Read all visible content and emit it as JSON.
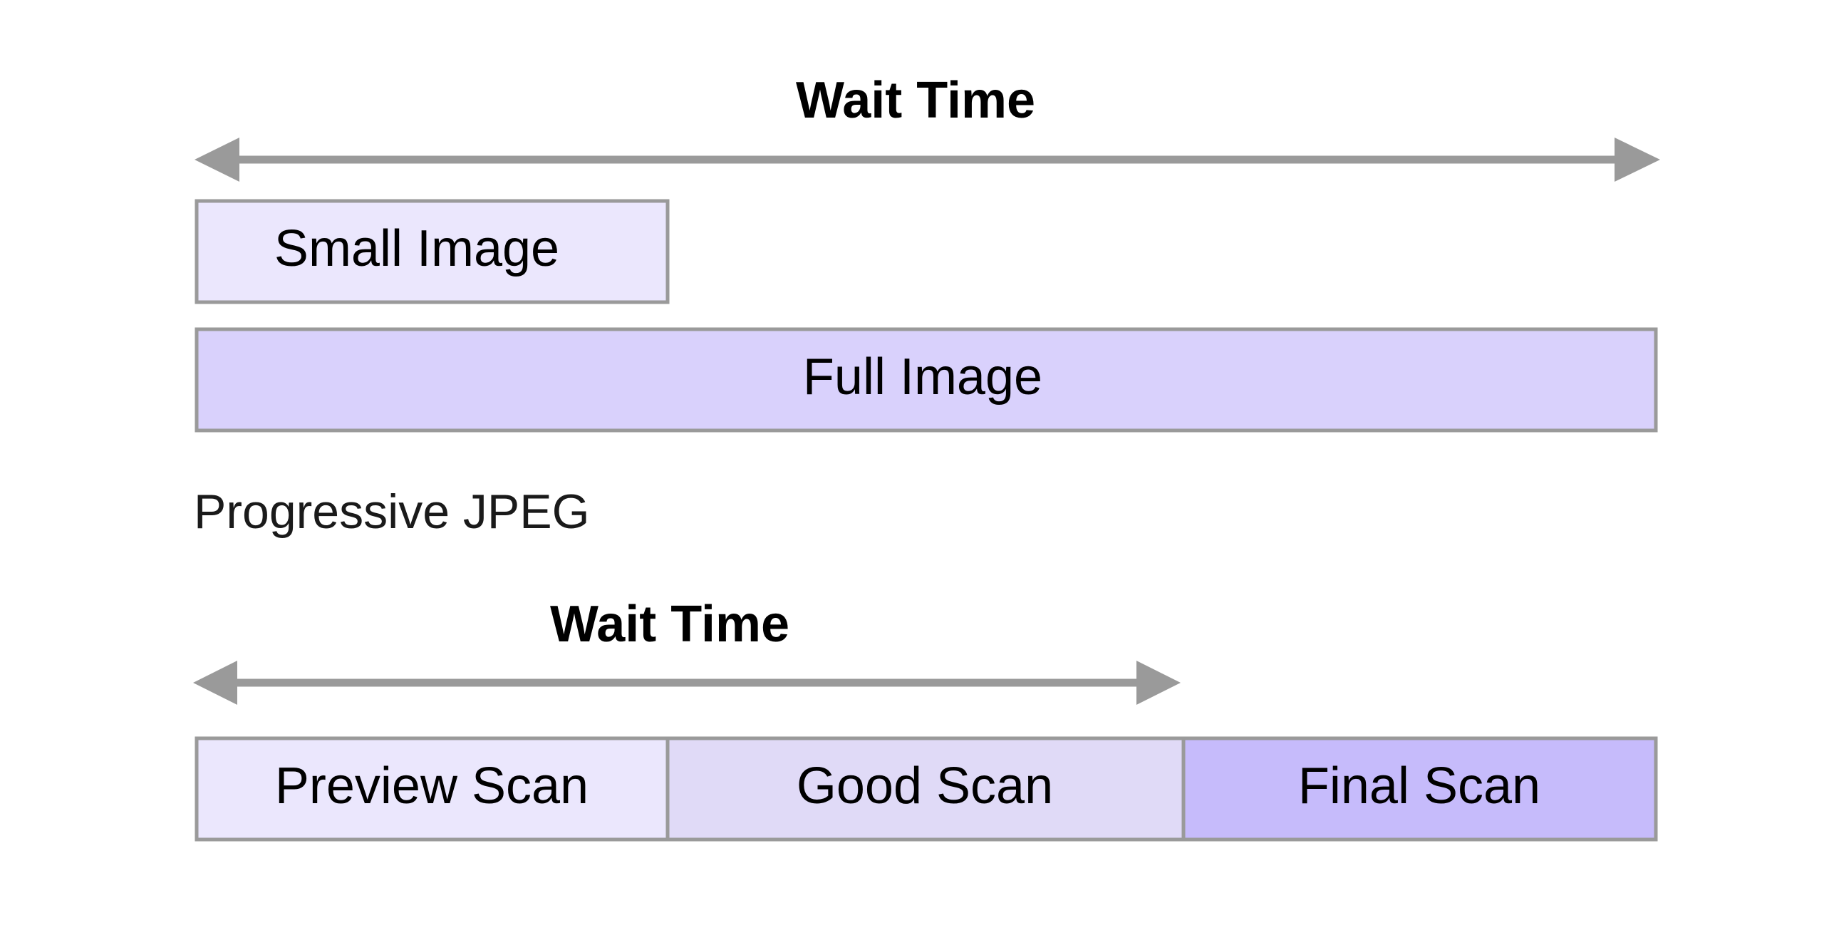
{
  "colors": {
    "arrow": "#9a9a9a",
    "box_border": "#9a9a9a",
    "small_image_fill": "#ebe7fd",
    "full_image_fill": "#d9d1fc",
    "preview_scan_fill": "#ebe7fd",
    "good_scan_fill": "#e0daf7",
    "final_scan_fill": "#c6bbfb"
  },
  "top": {
    "wait_time_label": "Wait Time",
    "small_image_label": "Small Image",
    "full_image_label": "Full Image"
  },
  "progressive": {
    "section_label": "Progressive JPEG",
    "wait_time_label": "Wait Time",
    "preview_scan_label": "Preview Scan",
    "good_scan_label": "Good Scan",
    "final_scan_label": "Final Scan"
  }
}
